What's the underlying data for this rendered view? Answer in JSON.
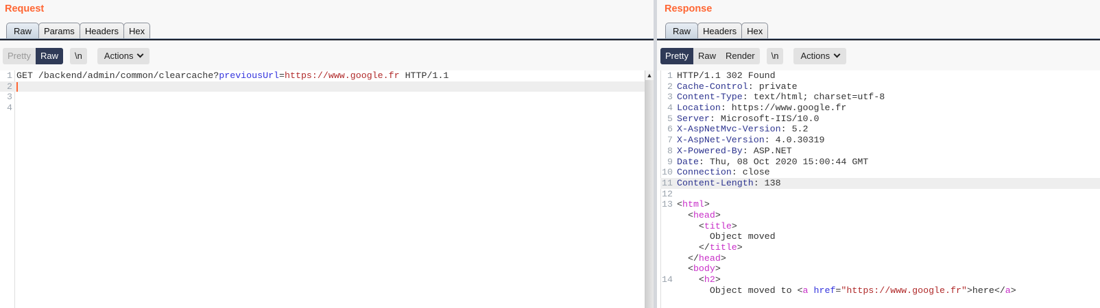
{
  "request": {
    "title": "Request",
    "tabs": [
      {
        "label": "Raw",
        "active": true
      },
      {
        "label": "Params"
      },
      {
        "label": "Headers"
      },
      {
        "label": "Hex"
      }
    ],
    "view_modes": [
      {
        "label": "Pretty",
        "state": "disabled"
      },
      {
        "label": "Raw",
        "state": "selected"
      }
    ],
    "newline_label": "\\n",
    "actions_label": "Actions",
    "lines": [
      {
        "n": "1",
        "segs": [
          [
            "GET /backend/admin/common/clearcache?",
            "plain"
          ],
          [
            "previousUrl",
            "attr"
          ],
          [
            "=",
            "plain"
          ],
          [
            "https://www.google.fr",
            "val"
          ],
          [
            " HTTP/1.1",
            "plain"
          ]
        ]
      },
      {
        "n": "2",
        "segs": [],
        "highlight": true,
        "caret": true
      },
      {
        "n": "3",
        "segs": []
      },
      {
        "n": "4",
        "segs": []
      }
    ]
  },
  "response": {
    "title": "Response",
    "tabs": [
      {
        "label": "Raw",
        "active": true
      },
      {
        "label": "Headers"
      },
      {
        "label": "Hex"
      }
    ],
    "view_modes": [
      {
        "label": "Pretty",
        "state": "selected"
      },
      {
        "label": "Raw"
      },
      {
        "label": "Render"
      }
    ],
    "newline_label": "\\n",
    "actions_label": "Actions",
    "lines": [
      {
        "n": "1",
        "segs": [
          [
            "HTTP/1.1 302 Found",
            "plain"
          ]
        ]
      },
      {
        "n": "2",
        "segs": [
          [
            "Cache-Control",
            "key"
          ],
          [
            ": private",
            "plain"
          ]
        ]
      },
      {
        "n": "3",
        "segs": [
          [
            "Content-Type",
            "key"
          ],
          [
            ": text/html; charset=utf-8",
            "plain"
          ]
        ]
      },
      {
        "n": "4",
        "segs": [
          [
            "Location",
            "key"
          ],
          [
            ": https://www.google.fr",
            "plain"
          ]
        ]
      },
      {
        "n": "5",
        "segs": [
          [
            "Server",
            "key"
          ],
          [
            ": Microsoft-IIS/10.0",
            "plain"
          ]
        ]
      },
      {
        "n": "6",
        "segs": [
          [
            "X-AspNetMvc-Version",
            "key"
          ],
          [
            ": 5.2",
            "plain"
          ]
        ]
      },
      {
        "n": "7",
        "segs": [
          [
            "X-AspNet-Version",
            "key"
          ],
          [
            ": 4.0.30319",
            "plain"
          ]
        ]
      },
      {
        "n": "8",
        "segs": [
          [
            "X-Powered-By",
            "key"
          ],
          [
            ": ASP.NET",
            "plain"
          ]
        ]
      },
      {
        "n": "9",
        "segs": [
          [
            "Date",
            "key"
          ],
          [
            ": Thu, 08 Oct 2020 15:00:44 GMT",
            "plain"
          ]
        ]
      },
      {
        "n": "10",
        "segs": [
          [
            "Connection",
            "key"
          ],
          [
            ": close",
            "plain"
          ]
        ]
      },
      {
        "n": "11",
        "segs": [
          [
            "Content-Length",
            "key"
          ],
          [
            ": 138",
            "plain"
          ]
        ],
        "highlight": true
      },
      {
        "n": "12",
        "segs": []
      },
      {
        "n": "13",
        "segs": [
          [
            "<",
            "punct"
          ],
          [
            "html",
            "tag"
          ],
          [
            ">",
            "punct"
          ]
        ]
      },
      {
        "n": "",
        "segs": [
          [
            "  <",
            "punct"
          ],
          [
            "head",
            "tag"
          ],
          [
            ">",
            "punct"
          ]
        ]
      },
      {
        "n": "",
        "segs": [
          [
            "    <",
            "punct"
          ],
          [
            "title",
            "tag"
          ],
          [
            ">",
            "punct"
          ]
        ]
      },
      {
        "n": "",
        "segs": [
          [
            "      Object moved",
            "plain"
          ]
        ]
      },
      {
        "n": "",
        "segs": [
          [
            "    </",
            "punct"
          ],
          [
            "title",
            "tag"
          ],
          [
            ">",
            "punct"
          ]
        ]
      },
      {
        "n": "",
        "segs": [
          [
            "  </",
            "punct"
          ],
          [
            "head",
            "tag"
          ],
          [
            ">",
            "punct"
          ]
        ]
      },
      {
        "n": "",
        "segs": [
          [
            "  <",
            "punct"
          ],
          [
            "body",
            "tag"
          ],
          [
            ">",
            "punct"
          ]
        ]
      },
      {
        "n": "14",
        "segs": [
          [
            "    <",
            "punct"
          ],
          [
            "h2",
            "tag"
          ],
          [
            ">",
            "punct"
          ]
        ]
      },
      {
        "n": "",
        "segs": [
          [
            "      Object moved to <",
            "plain"
          ],
          [
            "a",
            "tag"
          ],
          [
            " ",
            "plain"
          ],
          [
            "href",
            "attr"
          ],
          [
            "=",
            "plain"
          ],
          [
            "\"https://www.google.fr\"",
            "val"
          ],
          [
            ">here</",
            "plain"
          ],
          [
            "a",
            "tag"
          ],
          [
            ">",
            "plain"
          ]
        ]
      }
    ]
  }
}
